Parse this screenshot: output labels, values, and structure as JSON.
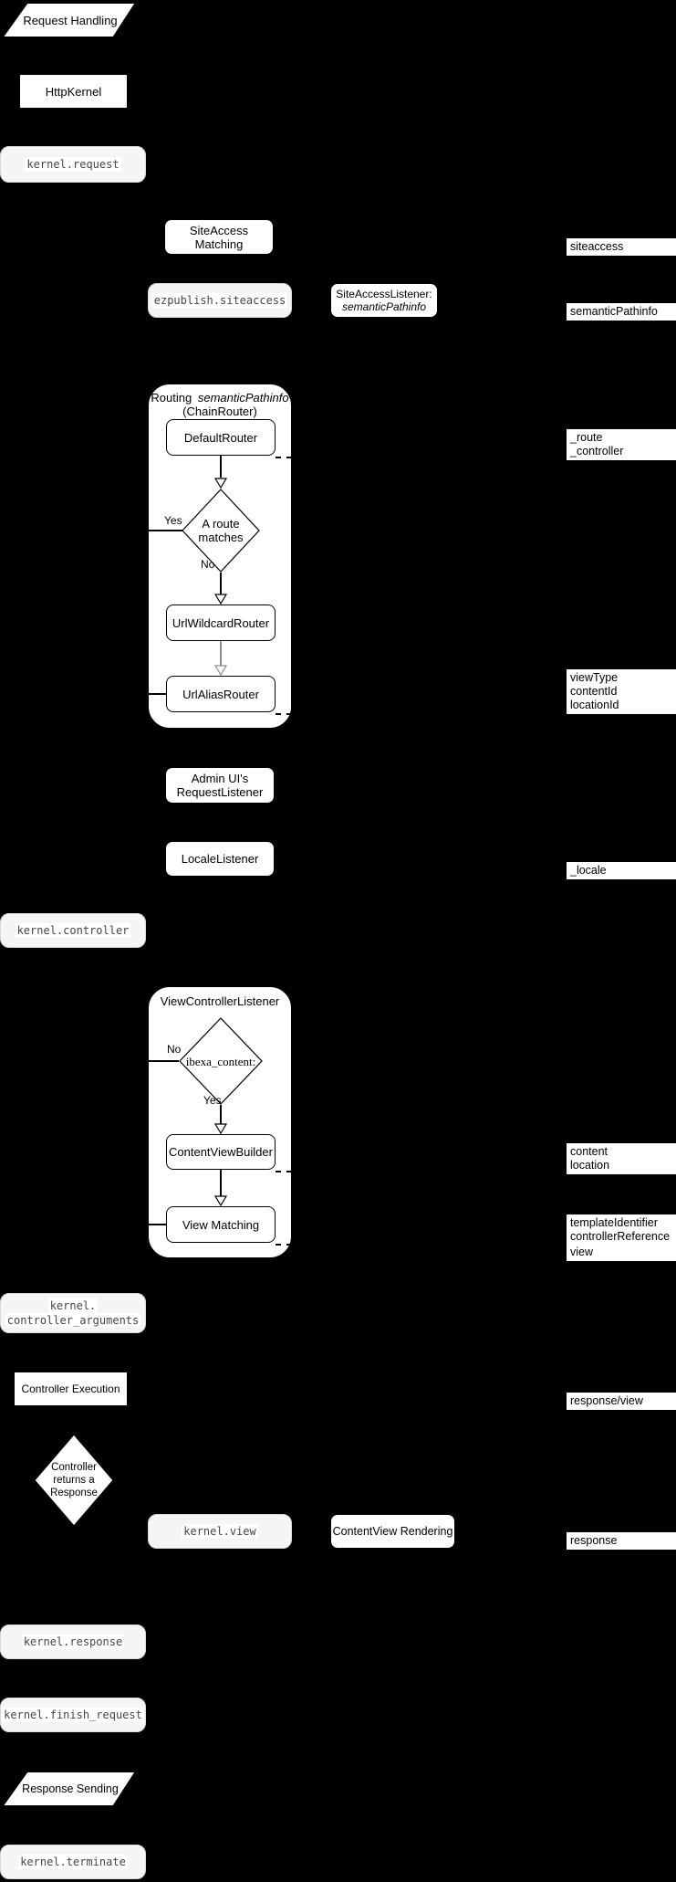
{
  "flow": {
    "request_handling": "Request Handling",
    "http_kernel": "HttpKernel",
    "kernel_request": "kernel.request",
    "siteaccess_matching": "SiteAccess Matching",
    "ezpublish_siteaccess": "ezpublish.siteaccess",
    "siteaccess_listener": {
      "line1": "SiteAccessListener:",
      "line2": "semanticPathinfo"
    },
    "routing": {
      "title_word": "Routing",
      "title_italic": "semanticPathinfo",
      "title_line2": "(ChainRouter)",
      "default_router": "DefaultRouter",
      "decision": {
        "line1": "A route",
        "line2": "matches"
      },
      "yes": "Yes",
      "no": "No",
      "url_wildcard_router": "UrlWildcardRouter",
      "url_alias_router": "UrlAliasRouter"
    },
    "admin_ui_listener": {
      "line1": "Admin UI's",
      "line2": "RequestListener"
    },
    "locale_listener": "LocaleListener",
    "kernel_controller": "kernel.controller",
    "view_controller_listener": {
      "title": "ViewControllerListener",
      "decision": "ibexa_content:",
      "yes": "Yes",
      "no": "No",
      "content_view_builder": "ContentViewBuilder",
      "view_matching": "View Matching"
    },
    "kernel_controller_arguments": {
      "line1": "kernel.",
      "line2": "controller_arguments"
    },
    "controller_execution": "Controller Execution",
    "response_decision": {
      "line1": "Controller",
      "line2": "returns a",
      "line3": "Response"
    },
    "kernel_view": "kernel.view",
    "contentview_rendering": "ContentView Rendering",
    "kernel_response": "kernel.response",
    "kernel_finish_request": "kernel.finish_request",
    "response_sending": "Response Sending",
    "kernel_terminate": "kernel.terminate"
  },
  "side_labels": {
    "siteaccess": "siteaccess",
    "semantic_pathinfo": "semanticPathinfo",
    "route_controller": [
      "_route",
      "_controller"
    ],
    "view_params": [
      "viewType",
      "contentId",
      "locationId"
    ],
    "locale": "_locale",
    "content_location": [
      "content",
      "location"
    ],
    "template_controller": [
      "templateIdentifier",
      "controllerReference"
    ],
    "view": "view",
    "response_view": "response/view",
    "response": "response"
  },
  "colors": {
    "background": "#000000",
    "node_fill": "#ffffff",
    "event_fill": "#f5f5f5",
    "event_text": "#454545",
    "gray_connector": "#8c8c8c"
  }
}
